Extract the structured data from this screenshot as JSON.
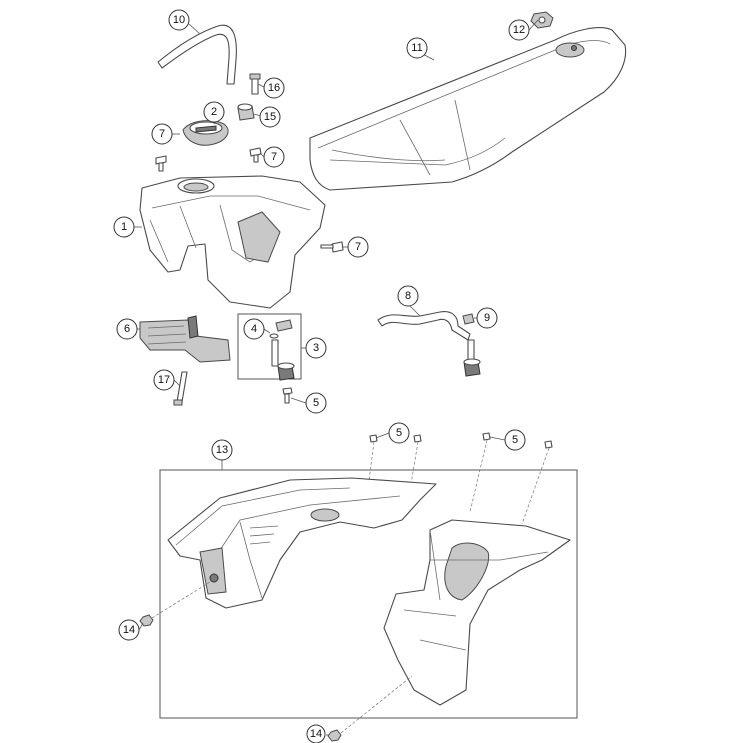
{
  "callouts": [
    {
      "id": "c10",
      "label": "10"
    },
    {
      "id": "c12",
      "label": "12"
    },
    {
      "id": "c11",
      "label": "11"
    },
    {
      "id": "c16",
      "label": "16"
    },
    {
      "id": "c2",
      "label": "2"
    },
    {
      "id": "c15",
      "label": "15"
    },
    {
      "id": "c7a",
      "label": "7"
    },
    {
      "id": "c7b",
      "label": "7"
    },
    {
      "id": "c1",
      "label": "1"
    },
    {
      "id": "c7c",
      "label": "7"
    },
    {
      "id": "c8",
      "label": "8"
    },
    {
      "id": "c9",
      "label": "9"
    },
    {
      "id": "c6",
      "label": "6"
    },
    {
      "id": "c4",
      "label": "4"
    },
    {
      "id": "c3",
      "label": "3"
    },
    {
      "id": "c17",
      "label": "17"
    },
    {
      "id": "c5a",
      "label": "5"
    },
    {
      "id": "c13",
      "label": "13"
    },
    {
      "id": "c5b",
      "label": "5"
    },
    {
      "id": "c5c",
      "label": "5"
    },
    {
      "id": "c14a",
      "label": "14"
    },
    {
      "id": "c14b",
      "label": "14"
    }
  ]
}
